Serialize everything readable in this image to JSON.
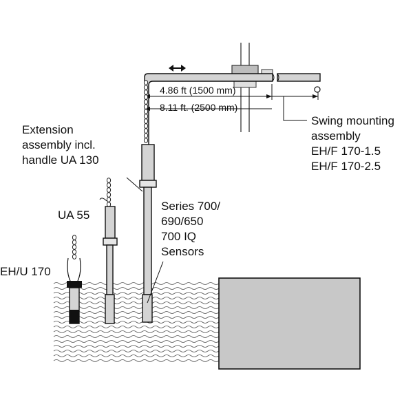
{
  "labels": {
    "dim_short": "4.86 ft (1500 mm)",
    "dim_long": "8.11 ft. (2500 mm)",
    "swing": [
      "Swing mounting",
      "assembly",
      "EH/F 170-1.5",
      "EH/F 170-2.5"
    ],
    "extension": [
      "Extension",
      "assembly incl.",
      "handle UA 130"
    ],
    "ua55": "UA 55",
    "sensors": [
      "Series 700/",
      "690/650",
      "700 IQ",
      "Sensors"
    ],
    "ehu170": "EH/U 170"
  },
  "colors": {
    "line": "#111111",
    "pipe": "#d4d4d4",
    "tank": "#c8c8c8",
    "water": "#555555",
    "mount": "#bdbdbd"
  },
  "icons": {
    "move_arrow": "double-arrow-icon"
  }
}
